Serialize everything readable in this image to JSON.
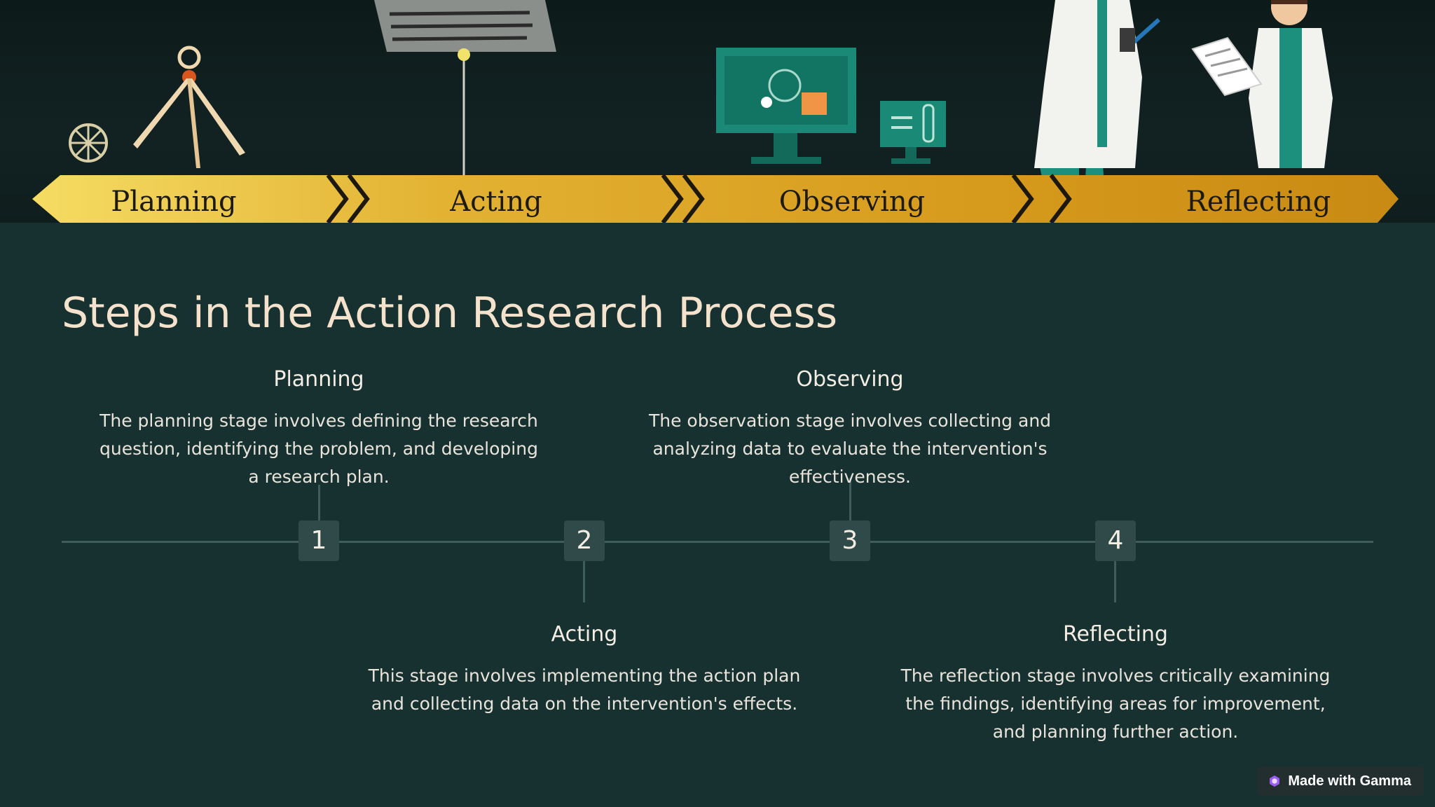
{
  "banner": {
    "labels": [
      "Planning",
      "Acting",
      "Observing",
      "Reflecting"
    ],
    "colors": {
      "arrow_light": "#f5dc63",
      "arrow_dark": "#c98a13",
      "teal": "#1d8f7d",
      "background": "#0f1d1d"
    }
  },
  "title": "Steps in the Action Research Process",
  "steps": [
    {
      "number": "1",
      "heading": "Planning",
      "description": "The planning stage involves defining the research question, identifying the problem, and developing a research plan."
    },
    {
      "number": "2",
      "heading": "Acting",
      "description": "This stage involves implementing the action plan and collecting data on the intervention's effects."
    },
    {
      "number": "3",
      "heading": "Observing",
      "description": "The observation stage involves collecting and analyzing data to evaluate the intervention's effectiveness."
    },
    {
      "number": "4",
      "heading": "Reflecting",
      "description": "The reflection stage involves critically examining the findings, identifying areas for improvement, and planning further action."
    }
  ],
  "badge": {
    "label": "Made with Gamma",
    "icon": "gamma-logo-icon"
  },
  "colors": {
    "background": "#173030",
    "title": "#f4e2cc",
    "timeline": "#3f5e5b",
    "step_box": "#2f4a48"
  }
}
